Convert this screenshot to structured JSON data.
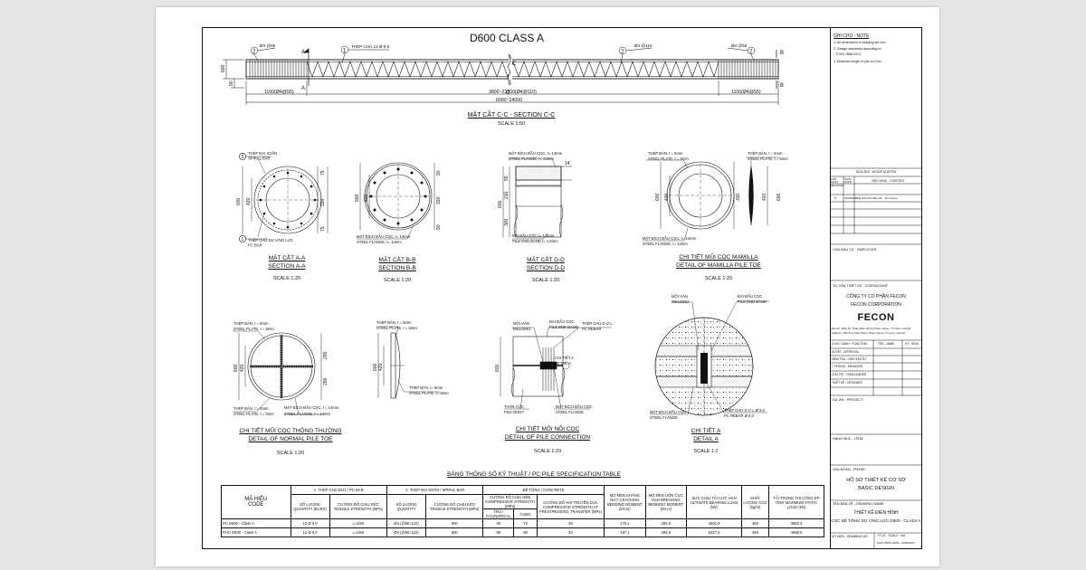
{
  "drawing": {
    "main_title": "D600 CLASS A",
    "elevation": {
      "dim_600": "600",
      "dim_90": "90",
      "bar_12": "THÉP CHỦ 12 Ø 9,0",
      "spiral_55": "Ø4 @55",
      "spiral_110": "Ø4 @110",
      "spiral_55_right": "Ø4 @55",
      "marker_1": "1",
      "marker_2": "2",
      "sec_A": "A",
      "sec_B": "B",
      "sec_C": "C",
      "len_left": "1100(Ø4@55)",
      "len_mid": "3800~21800(Ø4@110)",
      "len_total": "6000~24000",
      "len_right": "1100(Ø4@55)",
      "title": "MẶT CẮT C-C  -  SECTION C-C",
      "scale": "SCALE 1:50"
    },
    "sections": [
      {
        "vn": "MẶT CẮT A-A",
        "en": "SECTION A-A",
        "scale": "SCALE 1:20"
      },
      {
        "vn": "MẶT CẮT B-B",
        "en": "SECTION B-B",
        "scale": "SCALE 1:20"
      },
      {
        "vn": "MẶT CẮT D-D",
        "en": "SECTION D-D",
        "scale": "SCALE 1:20"
      },
      {
        "vn": "CHI TIẾT MŨI CỌC MAMILLA",
        "en": "DETAIL OF MAMILLA PILE TOE",
        "scale": "SCALE 1:20"
      },
      {
        "vn": "CHI TIẾT MŨI CỌC THÔNG THƯỜNG",
        "en": "DETAIL OF NORMAL PILE TOE",
        "scale": "SCALE 1:20"
      },
      {
        "vn": "CHI TIẾT MỐI NỐI CỌC",
        "en": "DETAIL OF PILE CONNECTION",
        "scale": "SCALE 1:20"
      },
      {
        "vn": "CHI TIẾT A",
        "en": "DETAIL A",
        "scale": "SCALE 1:2"
      }
    ],
    "callouts": {
      "spiral_bar": "THÉP ĐAI XOẮN",
      "spiral_bar_en": "SPIRAL BAR",
      "pc_bar": "THÉP CHỦ DỰ ỨNG LỰC",
      "pc_bar_en": "PC BAR",
      "steel_flange_14": "MẶT BÍCH ĐẦU CỌC, t= 14mm",
      "steel_flange_14_en": "STEEL FLANGE, t= 14mm",
      "end_band": "ĐAI ĐẦU CỌC t= 1,5mm",
      "end_band_en": "PILE END BAND t= 1,5mm",
      "plate_5": "THÉP BẢN, t = 5mm",
      "plate_5_en": "STEEL PLATE, t = 5mm",
      "plate_8": "THÉP BẢN, t= 8mm",
      "plate_8_en": "STEEL PLATE, t= 8mm",
      "welding": "MỐI HÀN",
      "welding_en": "WELDING",
      "pile_end_band": "ĐAI ĐẦU CỌC",
      "pile_end_band_en": "PILE END BAND",
      "pc_rebar": "THÉP CHỦ D.Ư.L",
      "pc_rebar_en": "PC REBAR",
      "pc_rebar_d": "PC REBAR Ø 9,0",
      "pile_body": "THÂN CỌC",
      "pile_body_en": "PILE BODY",
      "detail_a": "CHI TIẾT A",
      "detail_a_en": "DETAIL A"
    },
    "dims": {
      "d600": "600",
      "d420": "420",
      "d330": "330",
      "d90": "90",
      "d75": "75",
      "d55": "55",
      "d210": "210",
      "d300": "300",
      "d295": "295",
      "d14": "14"
    }
  },
  "table": {
    "title": "BẢNG THÔNG SỐ KỸ THUẬT / PC PILE SPECIFICATION TABLE",
    "code_vn": "MÃ HIỆU",
    "code_en": "CODE",
    "grp1_no": "1",
    "grp1": "THÉP CHỦ DƯL / PC BAR",
    "grp2_no": "2",
    "grp2": "THÉP ĐAI XOẮN / SPIRAL BAR",
    "grp3": "BÊ TÔNG / CONCRETE",
    "h_qty": "SỐ LƯỢNG QUANTITY (BARS)",
    "h_tensile": "CƯỜNG ĐỘ CHỊU KÉO TENSILE STRENGTH (MPa)",
    "h_qty2": "SỐ LƯỢNG QUANTITY",
    "h_tensile2": "CƯỜNG ĐỘ CHỊU KÉO TENSILE STRENGTH (MPa)",
    "h_comp": "CƯỜNG ĐỘ CHỊU NÉN COMPRESSIVE STRENGTH (MPa)",
    "h_cyl": "TRỤ / CYLINDRICAL",
    "h_cubic": "CUBIC",
    "h_transfer": "CƯỜNG ĐỘ KHI TRUYỀN DƯL COMPRESSIVE STRENGTH AT PRESTRESSING TRANSFER (MPa)",
    "h_crack": "MÔ MEN KHÁNG NỨT CRACKING BENDING MOMENT (kN.m)",
    "h_break": "MÔ MEN UỐN CỰC HẠN BREAKING BENDING MOMENT (kN.m)",
    "h_ult": "SỨC CHỊU TẢI CỰC HẠN ULTIMATE BEARING LOAD (kN)",
    "h_weight": "KHỐI LƯỢNG CỌC (kg/m)",
    "h_static": "TẢI TRỌNG THÍ CÔNG ÉP TĨNH MAXIMUM STATIC LOAD (kN)",
    "rows": [
      {
        "code": "PC D600 - Class A",
        "qty": "12 Ø 9,0",
        "tensile": "≥ 1450",
        "spiral": "Ø4 (@55÷110)",
        "spiral_t": "600",
        "cyl": "60",
        "cubic": "72",
        "transfer": "35",
        "crack": "176,1",
        "break": "285,6",
        "ult": "4602,9",
        "weight": "360",
        "static": "3682,3"
      },
      {
        "code": "PHC D600 - Class A",
        "qty": "12 Ø 9,0",
        "tensile": "≥ 1450",
        "spiral": "Ø4 (@55÷110)",
        "spiral_t": "600",
        "cyl": "80",
        "cubic": "95",
        "transfer": "40",
        "crack": "187,1",
        "break": "285,6",
        "ult": "6247,5",
        "weight": "360",
        "static": "4998,0"
      }
    ]
  },
  "titleblock": {
    "notes_title": "GHI CHÚ - NOTE",
    "note1": "1.   All dimensions in drawing are mm.",
    "note2": "2.   Design standards according to:",
    "note2b": "     - TCVN 7888:2014.",
    "note3": "3.   Minimum length of pile is 6,0m.",
    "rev_title": "SỬA ĐỔI - MODIFICATION",
    "rev_h1": "CẬP NHẬT REVISION",
    "rev_h2": "NGÀY DATE",
    "rev_h3": "NỘI DUNG - CONTENT",
    "rev_a": "A",
    "rev_date": "22/06/2017",
    "rev_content": "Phát hành lần đầu tiên - First issue",
    "employer": "CHỦ ĐẦU TƯ - EMPLOYER:",
    "consultant": "TƯ VẤN THIẾT KẾ - CONSULTANT:",
    "company_vn": "CÔNG TY CỔ PHẦN FECON",
    "company_en": "FECON CORPORATION",
    "logo": "FECON",
    "address": "Địa chỉ: Tầng 15, Tháp CEO, đường Phạm Hùng • Từ Liêm • Hà Nội",
    "address_en": "Address: 15th floor CEO Tower, Pham Hung • Tu Liem • Ha Noi",
    "role_h1": "CHỨC DANH - FUNCTION",
    "role_h2": "TÊN - NAME",
    "role_h3": "KÝ - SIGN",
    "role1": "DUYỆT - APPROVAL",
    "role2": "KIỂM TRA - CHECKED BY",
    "role3": "T. PHÒNG - MANAGER",
    "role4": "CHỦ TRÌ - TEAM LEADER",
    "role5": "THIẾT KẾ - DESIGNER",
    "project": "DỰ ÁN - PROJECT:",
    "item": "HẠNG MỤC - ITEM:",
    "phase": "GIAI ĐOẠN - PHASE:",
    "phase_vn": "HỒ SƠ THIẾT KẾ CƠ SỞ",
    "phase_en": "BASIC DESIGN",
    "drawing_name": "TÊN BẢN VẼ - DRAWING NAME:",
    "drawing_vn": "THIẾT KẾ ĐIỂN HÌNH",
    "drawing_en": "CỌC BÊ TÔNG DỰ ỨNG LỰC D600 - CLASS A",
    "drawing_no": "SỐ HIỆU - DRAWING NO.:",
    "sheet_scale": "TỶ LỆ - SCALE : NA",
    "sheet_date": "NGÀY BAN HÀNH : 22/06/2017"
  }
}
